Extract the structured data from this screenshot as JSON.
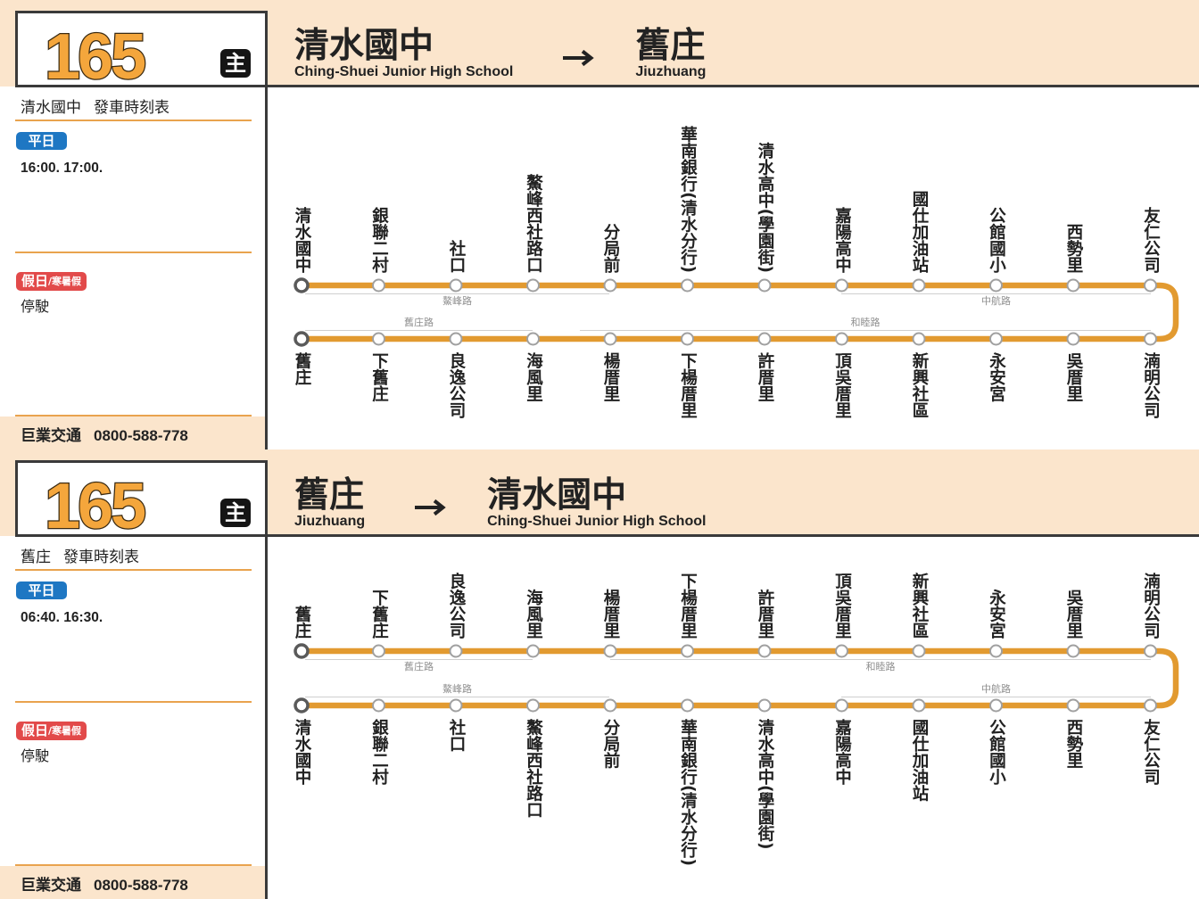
{
  "colors": {
    "header_bg": "#FBE5CC",
    "route_line": "#E29A30",
    "route_number": "#F4A63C",
    "separator": "#E9A34E",
    "weekday_badge": "#1E77C3",
    "holiday_badge": "#E24A4A",
    "divider": "#3A3A3A"
  },
  "labels": {
    "timetable": "發車時刻表",
    "weekday": "平日",
    "holiday": "假日",
    "holiday_sub": "/寒暑假"
  },
  "operator": {
    "name": "巨業交通",
    "phone": "0800-588-778"
  },
  "panels": [
    {
      "route_number": "165",
      "route_type_badge": "主",
      "direction_icon": "arrow-right-icon",
      "from": {
        "zh": "清水國中",
        "en": "Ching-Shuei Junior High School"
      },
      "to": {
        "zh": "舊庄",
        "en": "Jiuzhuang"
      },
      "weekday_departures": "16:00. 17:00.",
      "holiday_departures": "停駛",
      "upper_stops": [
        "清水國中",
        "銀聯二村",
        "社口",
        "鰲峰西社路口",
        "分局前",
        "華南銀行(清水分行)",
        "清水高中(學園街)",
        "嘉陽高中",
        "國仕加油站",
        "公館國小",
        "西勢里",
        "友仁公司"
      ],
      "lower_stops": [
        "舊庄",
        "下舊庄",
        "良逸公司",
        "海風里",
        "楊厝里",
        "下楊厝里",
        "許厝里",
        "頂吳厝里",
        "新興社區",
        "永安宮",
        "吳厝里",
        "湳明公司"
      ],
      "upper_roads": [
        "鰲峰路",
        "中航路"
      ],
      "lower_roads": [
        "舊庄路",
        "和睦路"
      ]
    },
    {
      "route_number": "165",
      "route_type_badge": "主",
      "direction_icon": "arrow-right-icon",
      "from": {
        "zh": "舊庄",
        "en": "Jiuzhuang"
      },
      "to": {
        "zh": "清水國中",
        "en": "Ching-Shuei Junior High School"
      },
      "weekday_departures": "06:40. 16:30.",
      "holiday_departures": "停駛",
      "upper_stops": [
        "舊庄",
        "下舊庄",
        "良逸公司",
        "海風里",
        "楊厝里",
        "下楊厝里",
        "許厝里",
        "頂吳厝里",
        "新興社區",
        "永安宮",
        "吳厝里",
        "湳明公司"
      ],
      "lower_stops": [
        "清水國中",
        "銀聯二村",
        "社口",
        "鰲峰西社路口",
        "分局前",
        "華南銀行(清水分行)",
        "清水高中(學園街)",
        "嘉陽高中",
        "國仕加油站",
        "公館國小",
        "西勢里",
        "友仁公司"
      ],
      "upper_roads": [
        "舊庄路",
        "和睦路"
      ],
      "lower_roads": [
        "鰲峰路",
        "中航路"
      ]
    }
  ]
}
